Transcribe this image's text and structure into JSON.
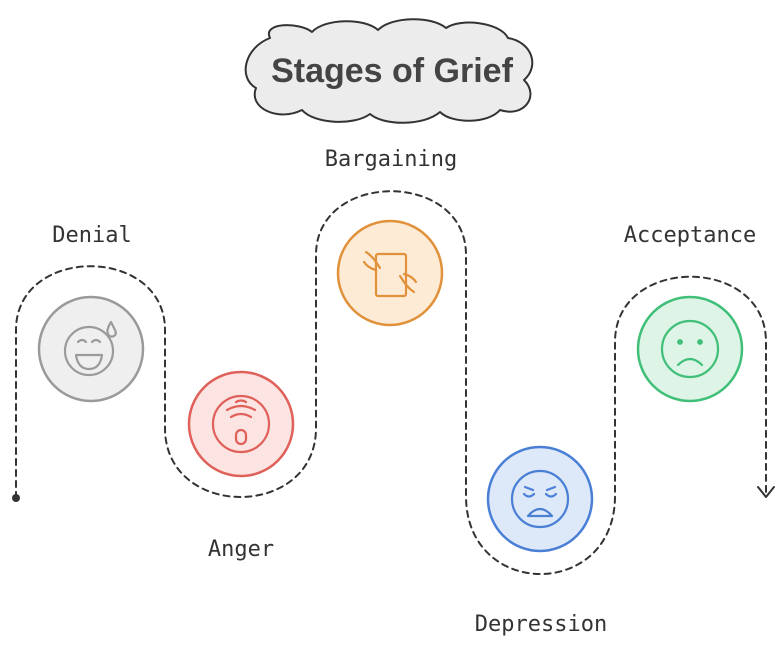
{
  "title": "Stages of Grief",
  "colors": {
    "denial": "#9a9a9a",
    "anger": "#e0605a",
    "bargaining": "#e0913a",
    "depression": "#4a7fd6",
    "acceptance": "#3fbf78"
  },
  "stages": [
    {
      "label": "Denial",
      "icon": "smiling-face-with-sweat-icon"
    },
    {
      "label": "Anger",
      "icon": "angry-face-icon"
    },
    {
      "label": "Bargaining",
      "icon": "hands-holding-document-icon"
    },
    {
      "label": "Depression",
      "icon": "sad-tired-face-icon"
    },
    {
      "label": "Acceptance",
      "icon": "frowning-face-icon"
    }
  ]
}
